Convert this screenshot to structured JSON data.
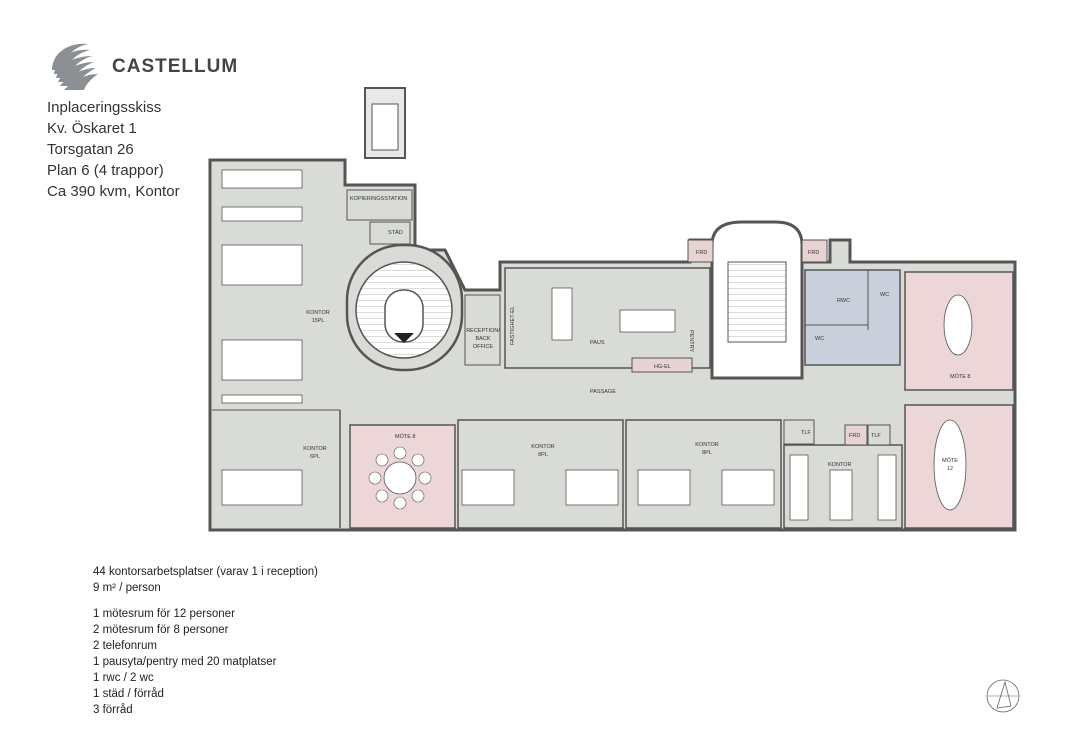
{
  "brand": {
    "name": "CASTELLUM"
  },
  "info": {
    "lines": [
      "Inplaceringsskiss",
      "Kv. Öskaret 1",
      "Torsgatan 26",
      "Plan 6 (4 trappor)",
      "Ca 390 kvm, Kontor"
    ]
  },
  "plan": {
    "labels": {
      "kontor_15": [
        "KONTOR",
        "15PL"
      ],
      "kopiering": "KOPIERINGSSTATION",
      "stad": "STÄD",
      "reception": [
        "RECEPTION/",
        "BACK",
        "OFFICE"
      ],
      "fastighet": "FASTIGHET-EL",
      "paus": "PAUS",
      "pentry": "PENTRY",
      "hgel": "HG-EL",
      "passage": "PASSAGE",
      "frd1": "FRD",
      "frd2": "FRD",
      "frd3": "FRD",
      "rwc": "RWC",
      "wc1": "WC",
      "wc2": "WC",
      "mote8_right": "MÖTE 8",
      "mote8_left": "MÖTE 8",
      "mote12": [
        "MÖTE",
        "12"
      ],
      "kontor_6": [
        "KONTOR",
        "6PL"
      ],
      "kontor_8a": [
        "KONTOR",
        "8PL"
      ],
      "kontor_8b": [
        "KONTOR",
        "8PL"
      ],
      "kontor_small": "KONTOR",
      "tlf1": "TLF",
      "tlf2": "TLF"
    }
  },
  "summary": {
    "group1": [
      "44 kontorsarbetsplatser (varav 1 i reception)",
      "9 m² / person"
    ],
    "group2": [
      "1 mötesrum för 12 personer",
      "2 mötesrum för 8 personer",
      "2 telefonrum",
      "1 pausyta/pentry med 20 matplatser",
      "1 rwc / 2 wc",
      "1 städ / förråd",
      "3 förråd"
    ]
  },
  "colors": {
    "office": "#d9dcd6",
    "meeting": "#ecd6d8",
    "wc": "#c9cfdb",
    "wall": "#555555"
  }
}
